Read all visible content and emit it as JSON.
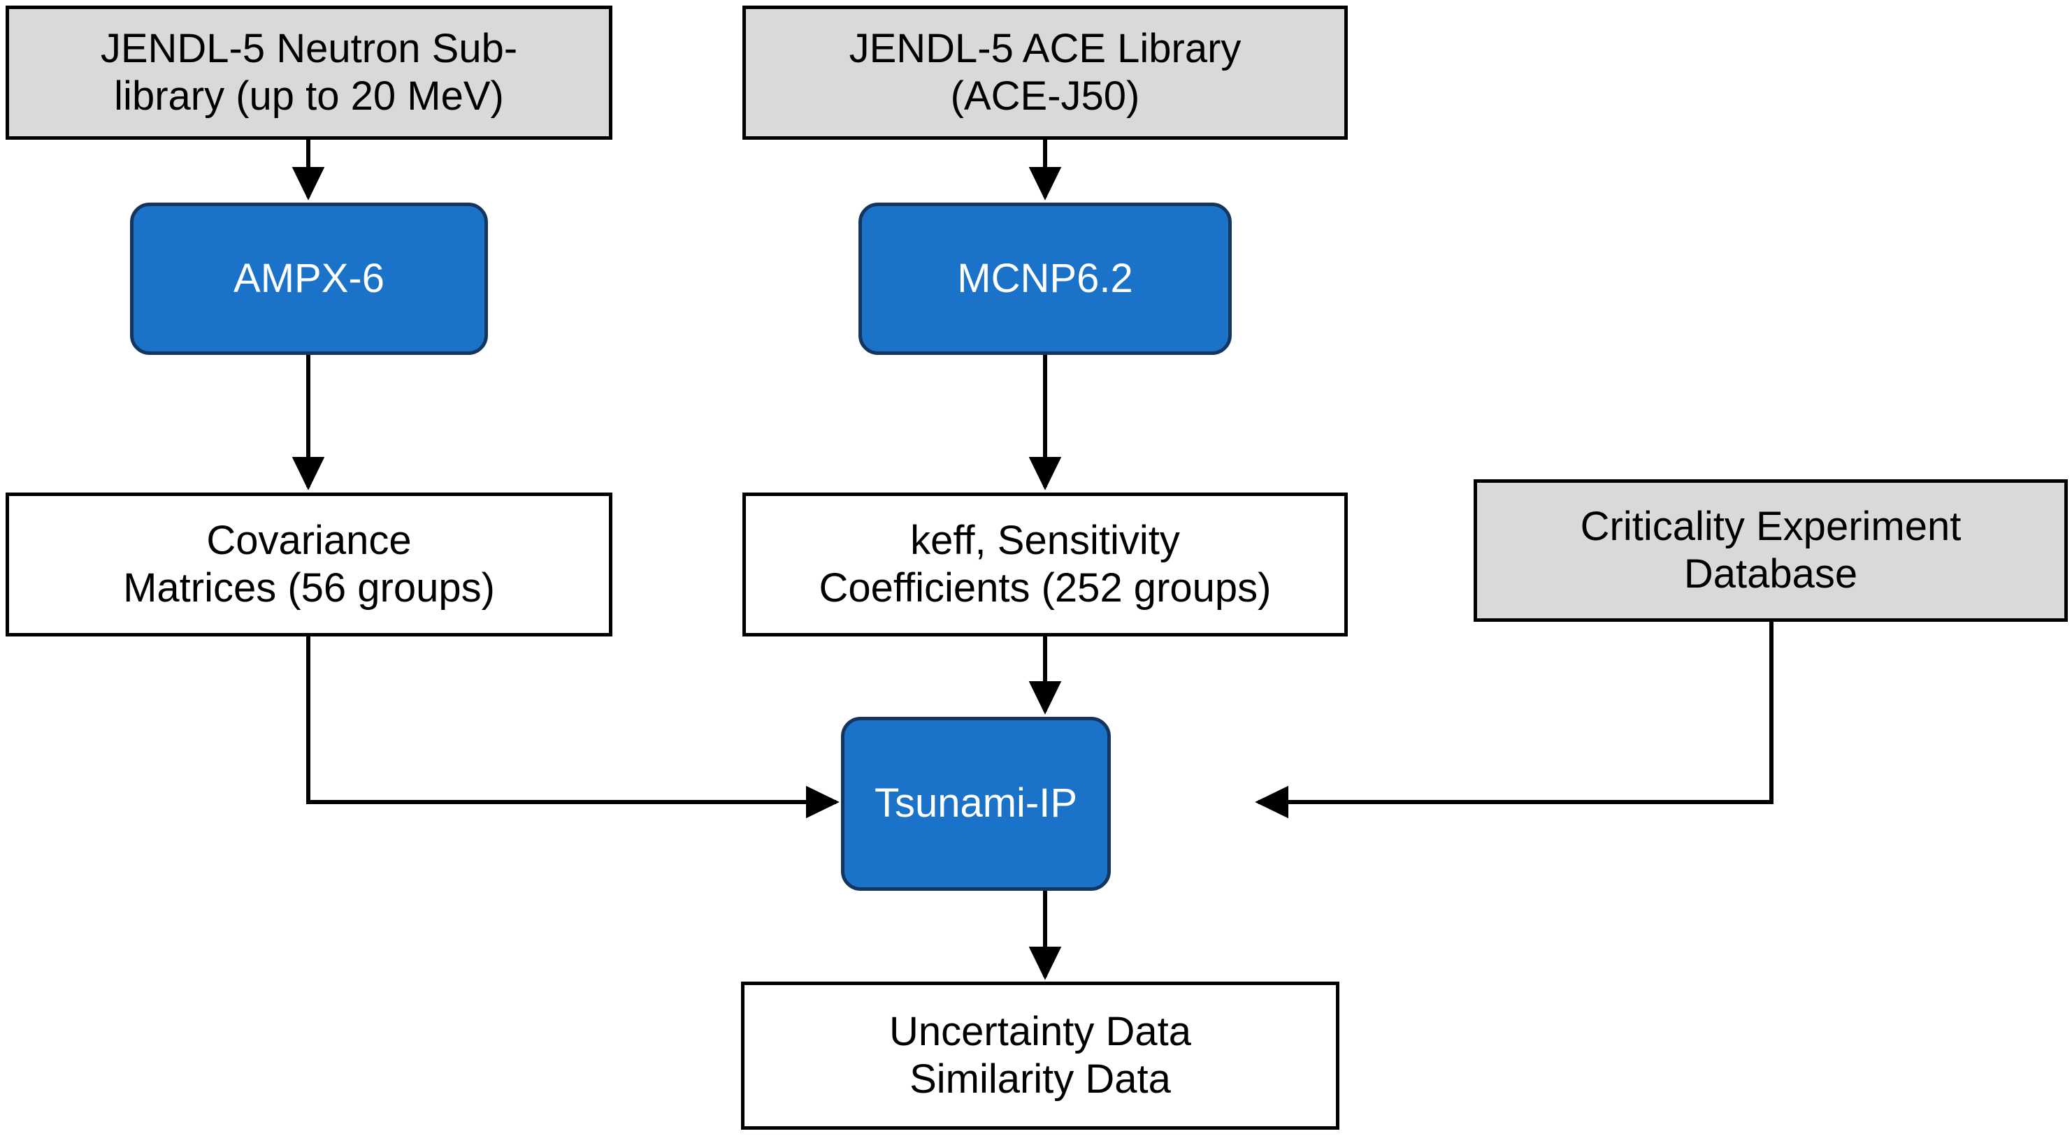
{
  "diagram": {
    "title": "JENDL-5 / Tsunami-IP criticality data processing flowchart",
    "colors": {
      "source_fill": "#D9D9D9",
      "process_fill": "#1B72C9",
      "process_border": "#14365E",
      "data_fill": "#FFFFFF",
      "stroke": "#000000",
      "process_text": "#FFFFFF",
      "node_text": "#000000"
    },
    "nodes": [
      {
        "id": "jendl5-neutron-sublibrary",
        "kind": "source",
        "shape": "rectangle",
        "line1": "JENDL-5 Neutron Sub-",
        "line2": "library (up to 20 MeV)"
      },
      {
        "id": "jendl5-ace-library",
        "kind": "source",
        "shape": "rectangle",
        "line1": "JENDL-5 ACE Library",
        "line2": "(ACE-J50)"
      },
      {
        "id": "ampx-6",
        "kind": "process",
        "shape": "rounded-rectangle",
        "line1": "AMPX-6",
        "line2": ""
      },
      {
        "id": "mcnp6-2",
        "kind": "process",
        "shape": "rounded-rectangle",
        "line1": "MCNP6.2",
        "line2": ""
      },
      {
        "id": "covariance-matrices",
        "kind": "data",
        "shape": "rectangle",
        "line1": "Covariance",
        "line2": "Matrices (56 groups)"
      },
      {
        "id": "keff-sensitivity-coefficients",
        "kind": "data",
        "shape": "rectangle",
        "line1": "keff, Sensitivity",
        "line2": "Coefficients (252 groups)"
      },
      {
        "id": "criticality-experiment-database",
        "kind": "source",
        "shape": "rectangle",
        "line1": "Criticality Experiment",
        "line2": "Database"
      },
      {
        "id": "tsunami-ip",
        "kind": "process",
        "shape": "rounded-rectangle",
        "line1": "Tsunami-IP",
        "line2": ""
      },
      {
        "id": "uncertainty-similarity-data",
        "kind": "data",
        "shape": "rectangle",
        "line1": "Uncertainty Data",
        "line2": "Similarity Data"
      }
    ],
    "edges": [
      {
        "from": "jendl5-neutron-sublibrary",
        "to": "ampx-6",
        "style": "straight-down"
      },
      {
        "from": "jendl5-ace-library",
        "to": "mcnp6-2",
        "style": "straight-down"
      },
      {
        "from": "ampx-6",
        "to": "covariance-matrices",
        "style": "straight-down"
      },
      {
        "from": "mcnp6-2",
        "to": "keff-sensitivity-coefficients",
        "style": "straight-down"
      },
      {
        "from": "covariance-matrices",
        "to": "tsunami-ip",
        "style": "elbow-down-right"
      },
      {
        "from": "keff-sensitivity-coefficients",
        "to": "tsunami-ip",
        "style": "straight-down"
      },
      {
        "from": "criticality-experiment-database",
        "to": "tsunami-ip",
        "style": "elbow-down-left"
      },
      {
        "from": "tsunami-ip",
        "to": "uncertainty-similarity-data",
        "style": "straight-down"
      }
    ]
  }
}
